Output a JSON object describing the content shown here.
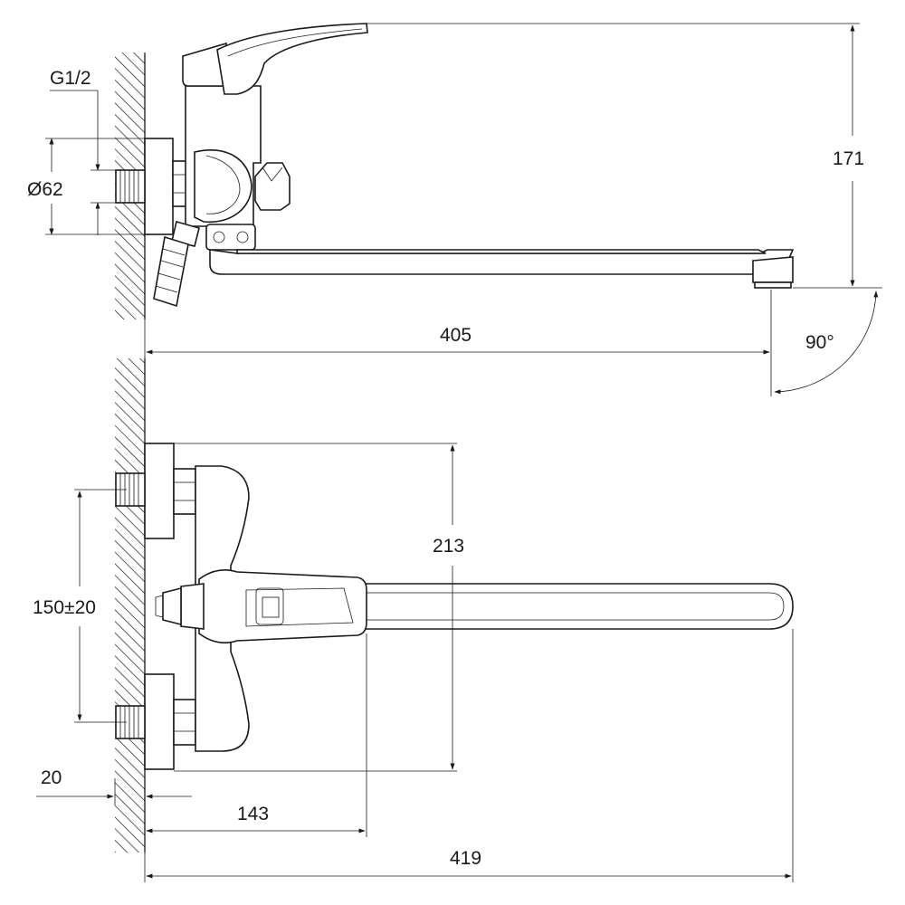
{
  "drawing": {
    "labels": {
      "thread": "G1/2",
      "diameter": "Ø62",
      "height": "171",
      "spout_length_top": "405",
      "angle": "90°",
      "body_height": "213",
      "centers": "150±20",
      "wall_offset": "20",
      "lever_reach": "143",
      "spout_length_front": "419"
    },
    "colors": {
      "line": "#1a1a1a",
      "background": "#ffffff"
    }
  }
}
